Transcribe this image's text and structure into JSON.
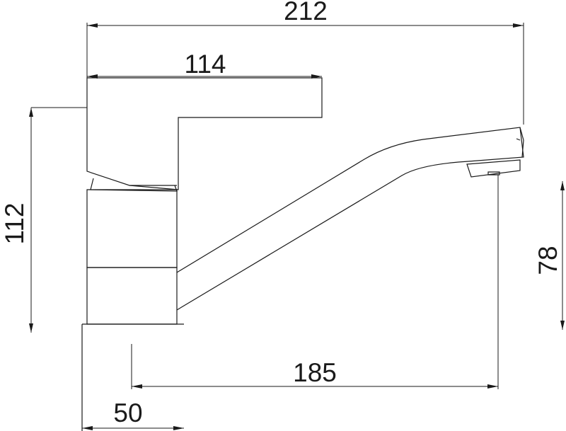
{
  "dimensions": {
    "overall_length": "212",
    "lever_length": "114",
    "body_height": "112",
    "outlet_height": "78",
    "spout_reach": "185",
    "base_offset": "50"
  },
  "colors": {
    "line": "#1a1a1a",
    "background": "#ffffff"
  }
}
